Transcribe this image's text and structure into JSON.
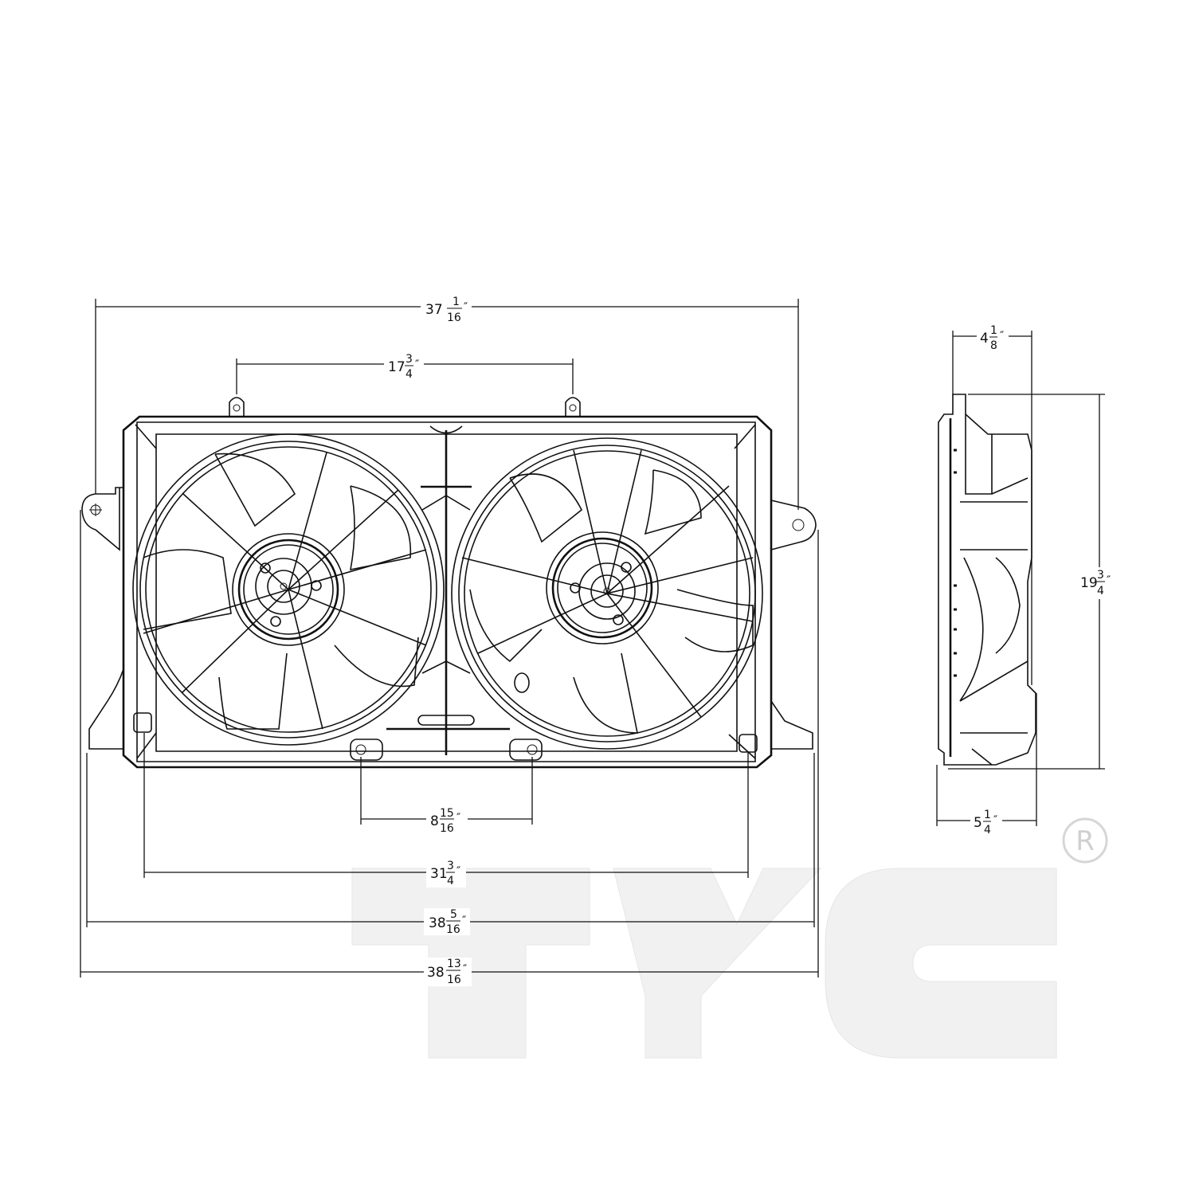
{
  "drawing": {
    "subject": "Dual radiator cooling fan assembly",
    "views": [
      "front-view",
      "side-view"
    ],
    "line_color": "#111111",
    "background": "#ffffff"
  },
  "dimensions": {
    "overall_top_width": {
      "whole": "37",
      "num": "1",
      "den": "16",
      "unit": "″"
    },
    "upper_mount_spacing": {
      "whole": "17",
      "num": "3",
      "den": "4",
      "unit": "″"
    },
    "lower_mount_spacing": {
      "whole": "8",
      "num": "15",
      "den": "16",
      "unit": "″"
    },
    "lower_bracket_width": {
      "whole": "31",
      "num": "3",
      "den": "4",
      "unit": "″"
    },
    "overall_width_a": {
      "whole": "38",
      "num": "5",
      "den": "16",
      "unit": "″"
    },
    "overall_width_b": {
      "whole": "38",
      "num": "13",
      "den": "16",
      "unit": "″"
    },
    "side_top_depth": {
      "whole": "4",
      "num": "1",
      "den": "8",
      "unit": "″"
    },
    "side_bottom_depth": {
      "whole": "5",
      "num": "1",
      "den": "4",
      "unit": "″"
    },
    "height": {
      "whole": "19",
      "num": "3",
      "den": "4",
      "unit": "″"
    }
  },
  "watermark": {
    "text": "TYC",
    "registered_mark": "R",
    "color": "#f1f1f1"
  }
}
